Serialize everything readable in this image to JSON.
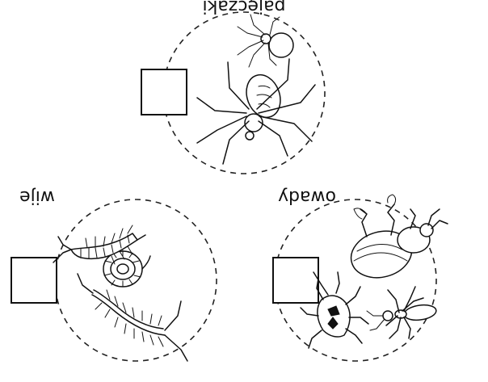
{
  "groups": {
    "arachnids": {
      "label": "pajęczaki",
      "icon": "spider-icon"
    },
    "myriapods": {
      "label": "wije",
      "icon": "centipede-icon"
    },
    "insects": {
      "label": "owady",
      "icon": "beetle-icon"
    }
  },
  "checkboxes": [
    {
      "group": "arachnids",
      "checked": false
    },
    {
      "group": "myriapods",
      "checked": false
    },
    {
      "group": "insects",
      "checked": false
    }
  ]
}
